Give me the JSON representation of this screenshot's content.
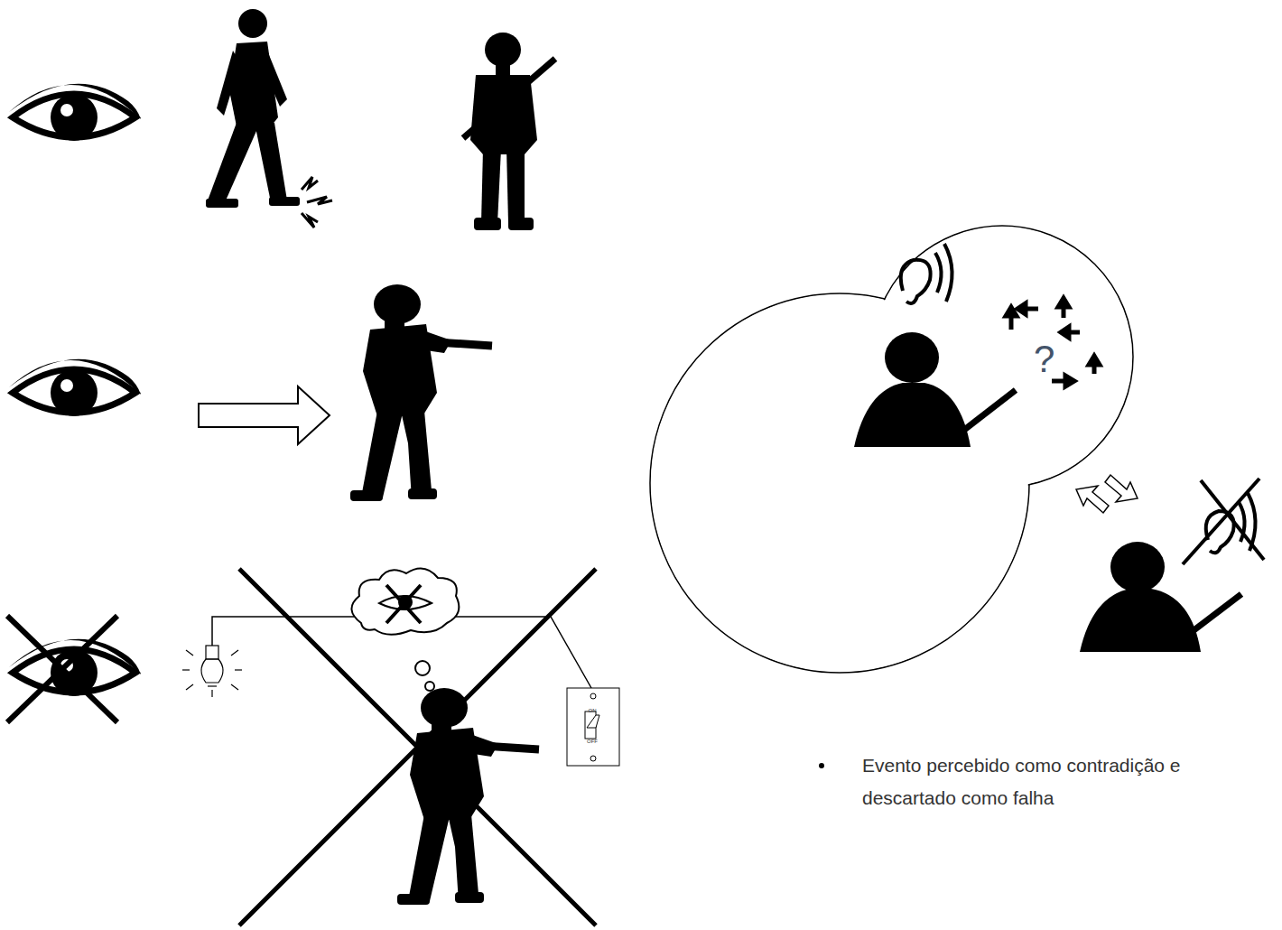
{
  "diagram": {
    "nodes": [
      {
        "text": [
          "?"
        ]
      }
    ],
    "labels": [
      "Evento percebido como contradição e descartado como falha",
      "ON",
      "OFF"
    ]
  }
}
